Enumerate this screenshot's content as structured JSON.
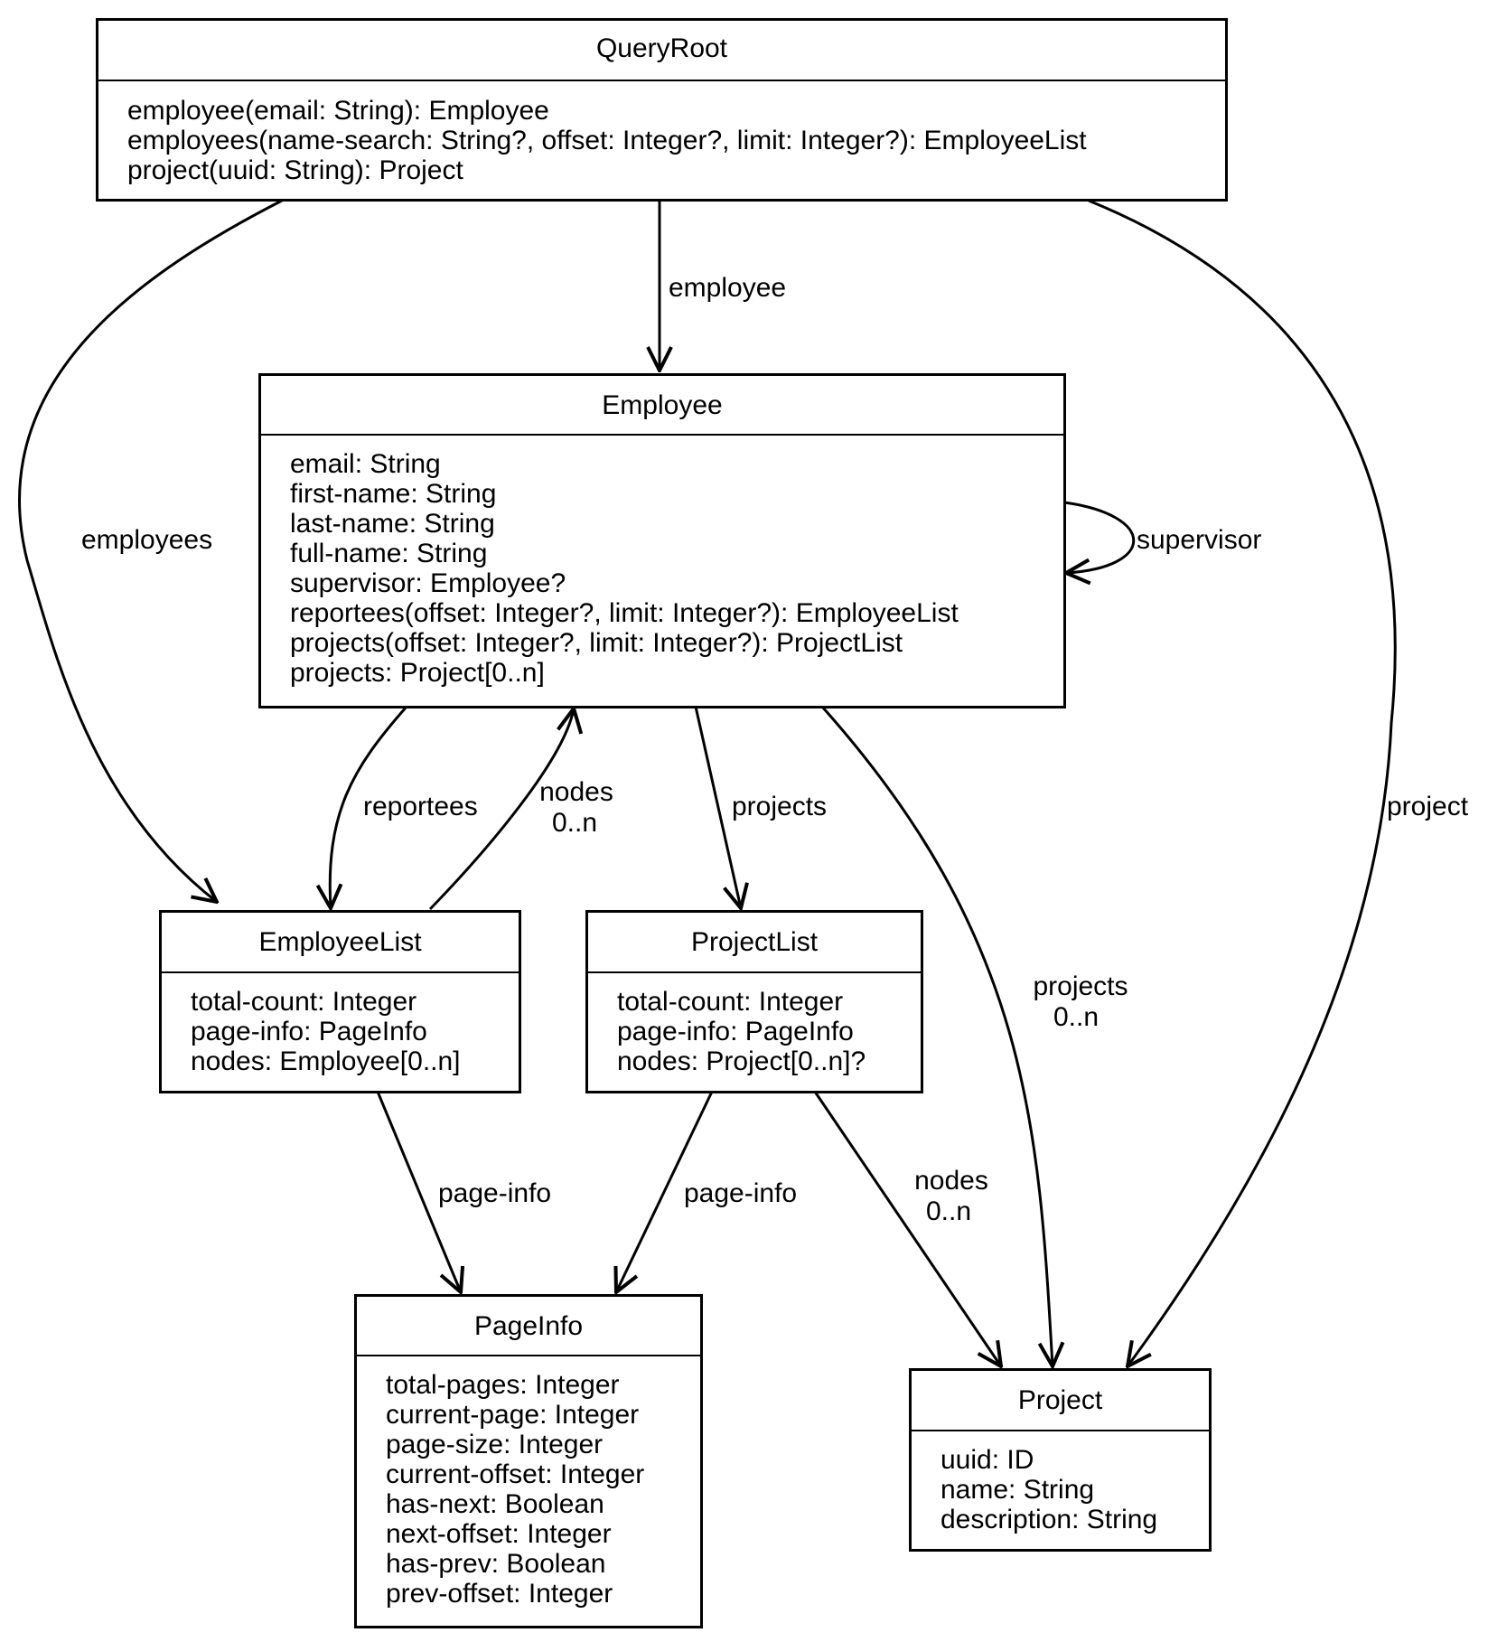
{
  "nodes": {
    "queryroot": {
      "title": "QueryRoot",
      "fields": [
        "employee(email: String): Employee",
        "employees(name-search: String?, offset: Integer?, limit: Integer?): EmployeeList",
        "project(uuid: String): Project"
      ]
    },
    "employee": {
      "title": "Employee",
      "fields": [
        "email: String",
        "first-name: String",
        "last-name: String",
        "full-name: String",
        "supervisor: Employee?",
        "reportees(offset: Integer?, limit: Integer?): EmployeeList",
        "projects(offset: Integer?, limit: Integer?): ProjectList",
        "projects: Project[0..n]"
      ]
    },
    "employeelist": {
      "title": "EmployeeList",
      "fields": [
        "total-count: Integer",
        "page-info: PageInfo",
        "nodes: Employee[0..n]"
      ]
    },
    "projectlist": {
      "title": "ProjectList",
      "fields": [
        "total-count: Integer",
        "page-info: PageInfo",
        "nodes: Project[0..n]?"
      ]
    },
    "pageinfo": {
      "title": "PageInfo",
      "fields": [
        "total-pages: Integer",
        "current-page: Integer",
        "page-size: Integer",
        "current-offset: Integer",
        "has-next: Boolean",
        "next-offset: Integer",
        "has-prev: Boolean",
        "prev-offset: Integer"
      ]
    },
    "project": {
      "title": "Project",
      "fields": [
        "uuid: ID",
        "name: String",
        "description: String"
      ]
    }
  },
  "edges": {
    "employee": {
      "label": "employee"
    },
    "employees": {
      "label": "employees"
    },
    "project": {
      "label": "project"
    },
    "supervisor": {
      "label": "supervisor"
    },
    "reportees": {
      "label": "reportees"
    },
    "employee_nodes": {
      "label": "nodes",
      "cardinality": "0..n"
    },
    "projects_list": {
      "label": "projects"
    },
    "projects_direct": {
      "label": "projects",
      "cardinality": "0..n"
    },
    "employeelist_page_info": {
      "label": "page-info"
    },
    "projectlist_page_info": {
      "label": "page-info"
    },
    "project_nodes": {
      "label": "nodes",
      "cardinality": "0..n"
    }
  }
}
